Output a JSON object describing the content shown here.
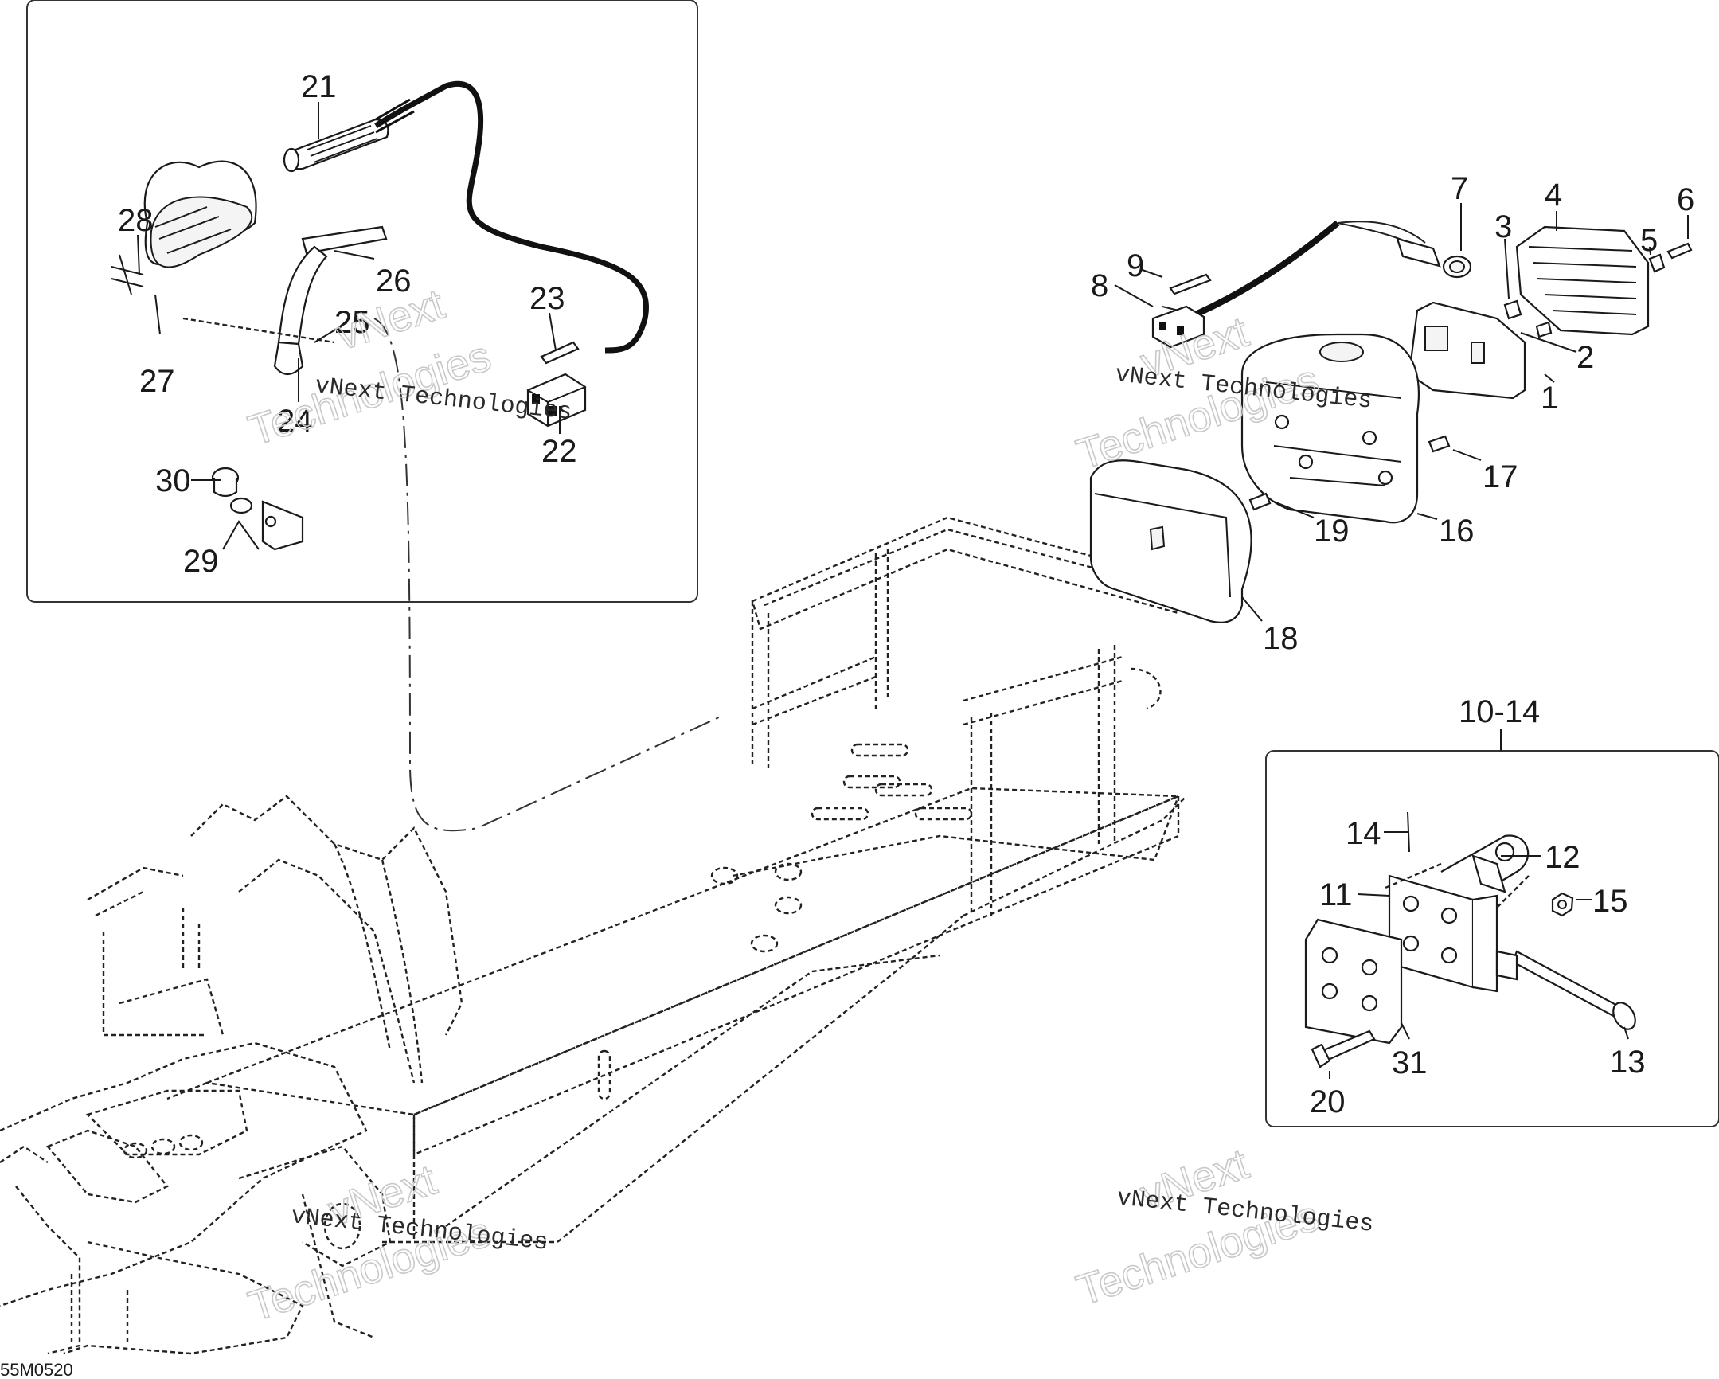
{
  "diagram_code": "55M0520",
  "watermark": {
    "line1": "vNext Technologies",
    "line2a": "vNext",
    "line2b": "Technologies"
  },
  "assembly_label": "10-14",
  "callouts": [
    "1",
    "2",
    "3",
    "4",
    "5",
    "6",
    "7",
    "8",
    "9",
    "11",
    "12",
    "13",
    "14",
    "15",
    "16",
    "17",
    "18",
    "19",
    "20",
    "21",
    "22",
    "23",
    "24",
    "25",
    "26",
    "27",
    "28",
    "29",
    "30",
    "31"
  ]
}
